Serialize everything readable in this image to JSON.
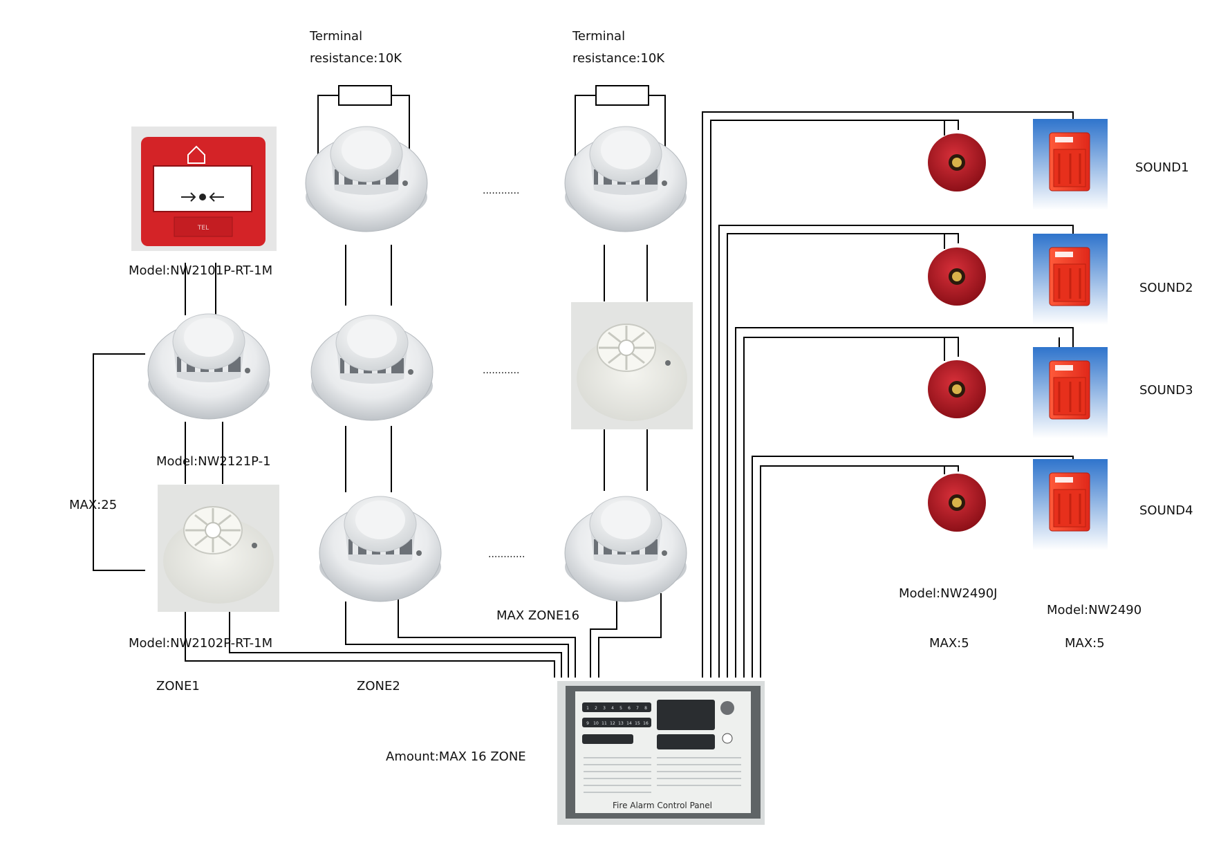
{
  "terminal_labels": [
    {
      "line1": "Terminal",
      "line2": "resistance:10K"
    },
    {
      "line1": "Terminal",
      "line2": "resistance:10K"
    }
  ],
  "models": {
    "manual_call_point": "Model:NW2101P-RT-1M",
    "smoke_detector": "Model:NW2121P-1",
    "heat_detector": "Model:NW2102P-RT-1M",
    "bell": "Model:NW2490J",
    "strobe": "Model:NW2490"
  },
  "zone_labels": {
    "zone1": "ZONE1",
    "zone2": "ZONE2",
    "max_zone": "MAX ZONE16"
  },
  "limits": {
    "devices_per_zone": "MAX:25",
    "bells": "MAX:5",
    "strobes": "MAX:5"
  },
  "amount_label": "Amount:MAX 16 ZONE",
  "ellipsis": "............",
  "sounds": [
    "SOUND1",
    "SOUND2",
    "SOUND3",
    "SOUND4"
  ],
  "panel": {
    "title": "Fire Alarm Control Panel",
    "zone_numbers_row1": [
      "1",
      "2",
      "3",
      "4",
      "5",
      "6",
      "7",
      "8"
    ],
    "zone_numbers_row2": [
      "9",
      "10",
      "11",
      "12",
      "13",
      "14",
      "15",
      "16"
    ]
  },
  "call_point": {
    "button_label": "TEL"
  },
  "colors": {
    "red_device": "#d42327",
    "bell_red": "#a81820",
    "panel_gray": "#5f6466",
    "strobe_blue": "#3a7fd0",
    "wire": "#000000"
  }
}
